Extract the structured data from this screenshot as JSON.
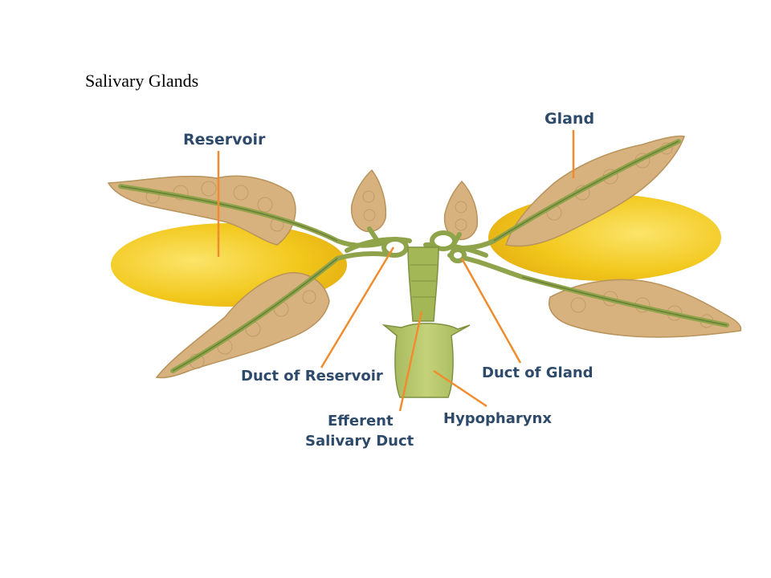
{
  "slide": {
    "title": "Salivary Glands"
  },
  "diagram": {
    "labels": {
      "reservoir": "Reservoir",
      "gland": "Gland",
      "duct_of_reservoir": "Duct of Reservoir",
      "duct_of_gland": "Duct of Gland",
      "efferent_line1": "Efferent",
      "efferent_line2": "Salivary Duct",
      "hypopharynx": "Hypopharynx"
    },
    "colors": {
      "label_text": "#2e4a6b",
      "pointer": "#f08c2e",
      "reservoir_fill": "#f2c81c",
      "gland_cluster": "#d8b27e",
      "duct": "#8fa44a",
      "hypopharynx": "#b4c46a"
    }
  }
}
